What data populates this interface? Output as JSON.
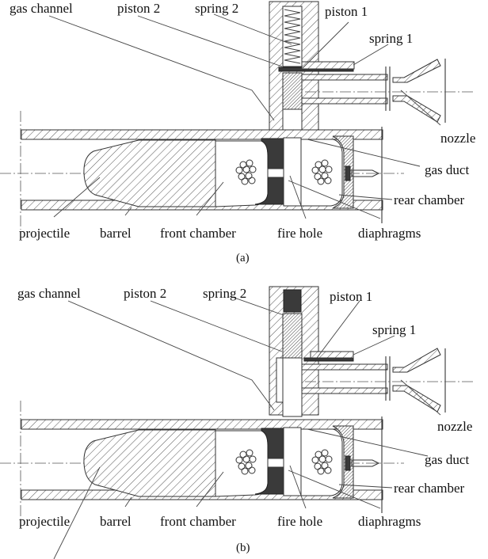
{
  "figure": {
    "panels": [
      {
        "id": "a",
        "caption": "(a)",
        "labels": {
          "gas_channel": "gas channel",
          "piston_2": "piston 2",
          "spring_2": "spring 2",
          "piston_1": "piston 1",
          "spring_1": "spring 1",
          "nozzle": "nozzle",
          "gas_duct": "gas duct",
          "rear_chamber": "rear chamber",
          "projectile": "projectile",
          "barrel": "barrel",
          "front_chamber": "front chamber",
          "fire_hole": "fire hole",
          "diaphragms": "diaphragms"
        },
        "state": "spring 2 extended"
      },
      {
        "id": "b",
        "caption": "(b)",
        "labels": {
          "gas_channel": "gas channel",
          "piston_2": "piston 2",
          "spring_2": "spring 2",
          "piston_1": "piston 1",
          "spring_1": "spring 1",
          "nozzle": "nozzle",
          "gas_duct": "gas duct",
          "rear_chamber": "rear chamber",
          "projectile": "projectile",
          "barrel": "barrel",
          "front_chamber": "front chamber",
          "fire_hole": "fire hole",
          "diaphragms": "diaphragms"
        },
        "state": "spring 2 compressed"
      }
    ]
  }
}
